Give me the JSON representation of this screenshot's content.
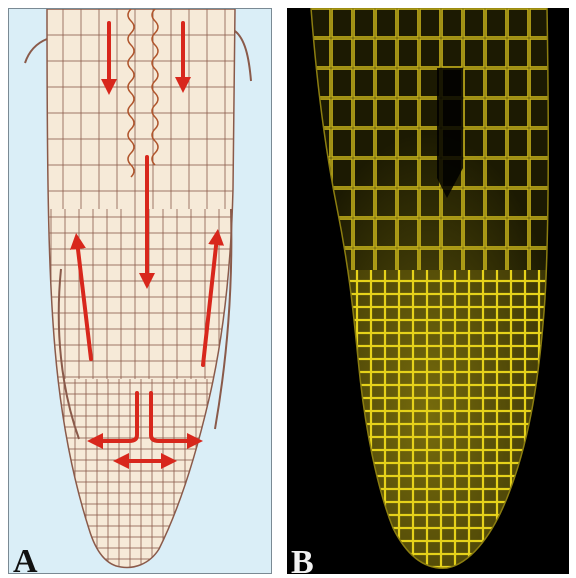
{
  "panels": [
    {
      "id": "A",
      "label": "A"
    },
    {
      "id": "B",
      "label": "B"
    }
  ],
  "colors": {
    "panel_a_background": "#daeef7",
    "root_fill": "#f6ead8",
    "cell_wall": "#8a5a4a",
    "arrow": "#d8271c",
    "xylem_spiral": "#b0552c",
    "panel_b_background": "#000000",
    "fluorescence": "#e6d21a"
  }
}
